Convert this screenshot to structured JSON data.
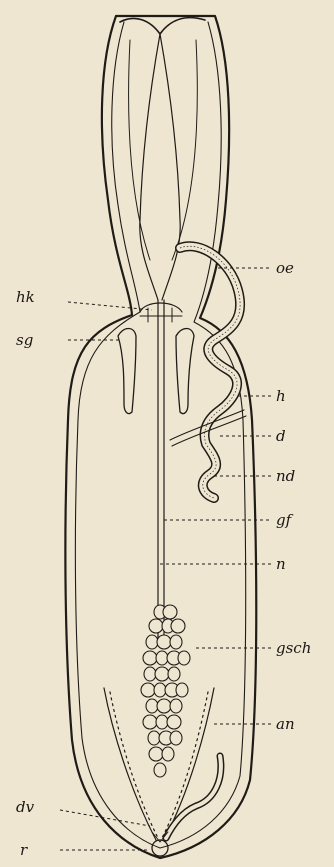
{
  "figure": {
    "labels": {
      "oe": "oe",
      "hk": "hk",
      "sg": "sg",
      "h": "h",
      "d": "d",
      "nd": "nd",
      "gf": "gf",
      "n": "n",
      "gsch": "gsch",
      "an": "an",
      "dv": "dv",
      "r": "r"
    },
    "colors": {
      "paper": "#efe6d2",
      "ink": "#1f1b17"
    }
  }
}
